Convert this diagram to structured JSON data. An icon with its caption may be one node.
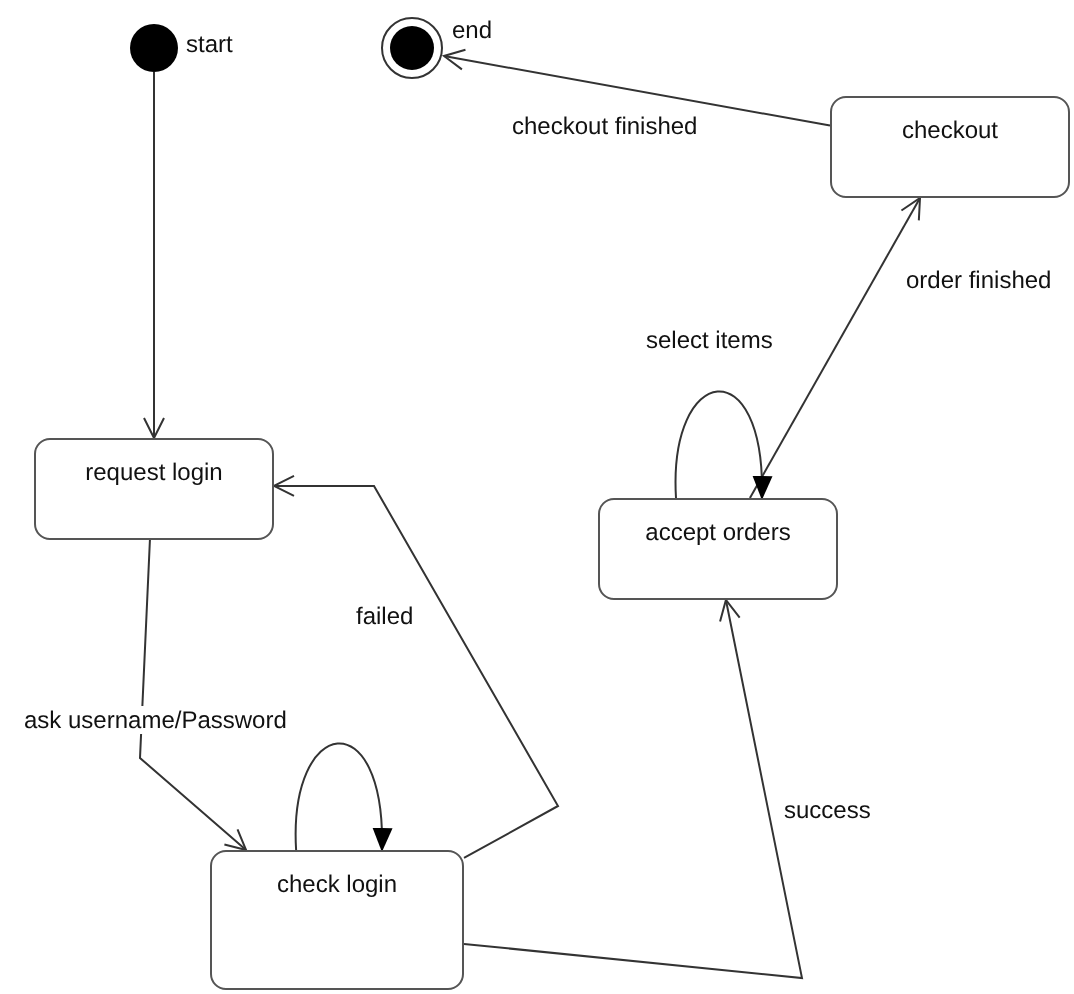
{
  "diagram": {
    "nodes": [
      {
        "text": [],
        "shape": "circle",
        "beside": [
          "start"
        ]
      },
      {
        "text": [],
        "shape": "circle",
        "beside": [
          "end"
        ]
      },
      {
        "text": [
          "checkout"
        ]
      },
      {
        "text": [
          "request login"
        ]
      },
      {
        "text": [
          "accept orders"
        ]
      },
      {
        "text": [
          "check login"
        ]
      }
    ],
    "edges": [
      {
        "from": 0,
        "to": 3,
        "arrow": "to"
      },
      {
        "from": 2,
        "to": 1,
        "arrow": "to",
        "label": "checkout finished"
      },
      {
        "from": 4,
        "to": 2,
        "arrow": "to",
        "label": "order finished"
      },
      {
        "from": 4,
        "to": 4,
        "arrow": "to",
        "label": "select items"
      },
      {
        "from": 3,
        "to": 5,
        "arrow": "to",
        "label": "ask username/Password"
      },
      {
        "from": 5,
        "to": 5,
        "arrow": "to"
      },
      {
        "from": 5,
        "to": 3,
        "arrow": "to",
        "label": "failed"
      },
      {
        "from": 5,
        "to": 4,
        "arrow": "to",
        "label": "success"
      }
    ]
  }
}
